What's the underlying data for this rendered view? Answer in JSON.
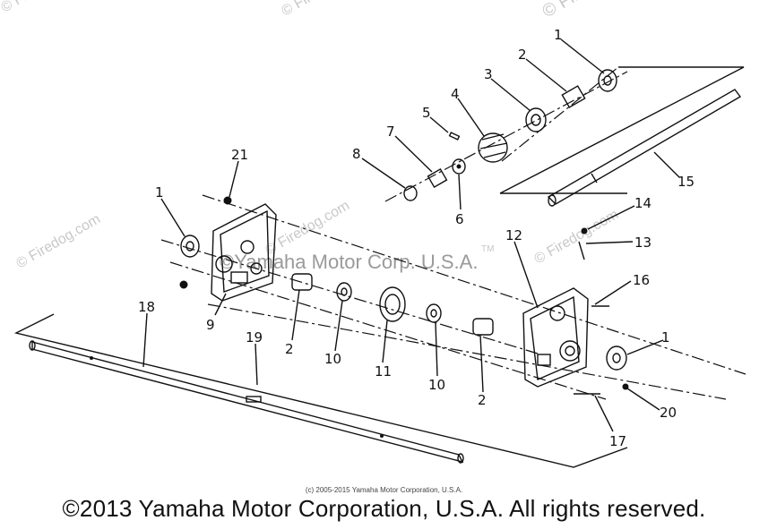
{
  "watermarks": {
    "firedog": "© Firedog.com",
    "yamaha_mid": "©Yamaha Motor Corp. U.S.A.",
    "tm": "TM"
  },
  "callouts": [
    "1",
    "2",
    "3",
    "4",
    "5",
    "6",
    "7",
    "8",
    "21",
    "1",
    "9",
    "2",
    "10",
    "11",
    "10",
    "2",
    "12",
    "14",
    "13",
    "16",
    "1",
    "20",
    "17",
    "15",
    "18",
    "19"
  ],
  "footer": {
    "small": "(c) 2005-2015 Yamaha Motor Corporation, U.S.A.",
    "main": "©2013 Yamaha Motor Corporation, U.S.A. All rights reserved."
  }
}
